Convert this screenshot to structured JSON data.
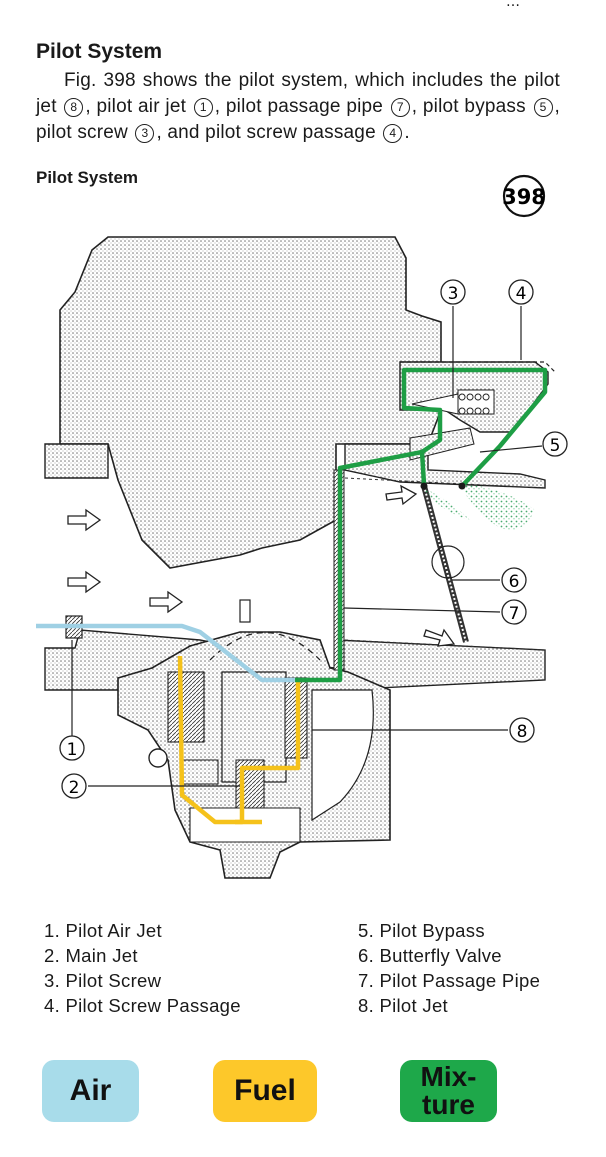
{
  "page_header_fragment": "… ",
  "heading": "Pilot System",
  "intro": {
    "fig_ref": "Fig. 398",
    "seg1": " shows the pilot system, which includes the pilot jet ",
    "n8": "8",
    "seg2": ", pilot air jet ",
    "n1": "1",
    "seg3": ", pilot passage pipe ",
    "n7": "7",
    "seg4": ", pilot bypass ",
    "n5": "5",
    "seg5": ", pilot screw ",
    "n3": "3",
    "seg6": ", and pilot screw passage ",
    "n4": "4",
    "seg7": "."
  },
  "figure_caption": "Pilot System",
  "figure_number": "398",
  "callouts": [
    "1",
    "2",
    "3",
    "4",
    "5",
    "6",
    "7",
    "8"
  ],
  "legend": {
    "left": [
      "1. Pilot Air Jet",
      "2. Main Jet",
      "3. Pilot Screw",
      "4. Pilot Screw Passage"
    ],
    "right": [
      "5. Pilot Bypass",
      "6. Butterfly Valve",
      "7. Pilot Passage Pipe",
      "8. Pilot Jet"
    ]
  },
  "color_key": {
    "air": {
      "label": "Air",
      "color": "#a8dcea"
    },
    "fuel": {
      "label": "Fuel",
      "color": "#fdc82a"
    },
    "mixture": {
      "label": "Mix-\nture",
      "color": "#1ea84a"
    }
  },
  "path_colors": {
    "air": "#9fd0e4",
    "fuel": "#f5c21b",
    "mixture": "#1e9e45"
  },
  "icons": [
    "flow-arrow-icon"
  ]
}
